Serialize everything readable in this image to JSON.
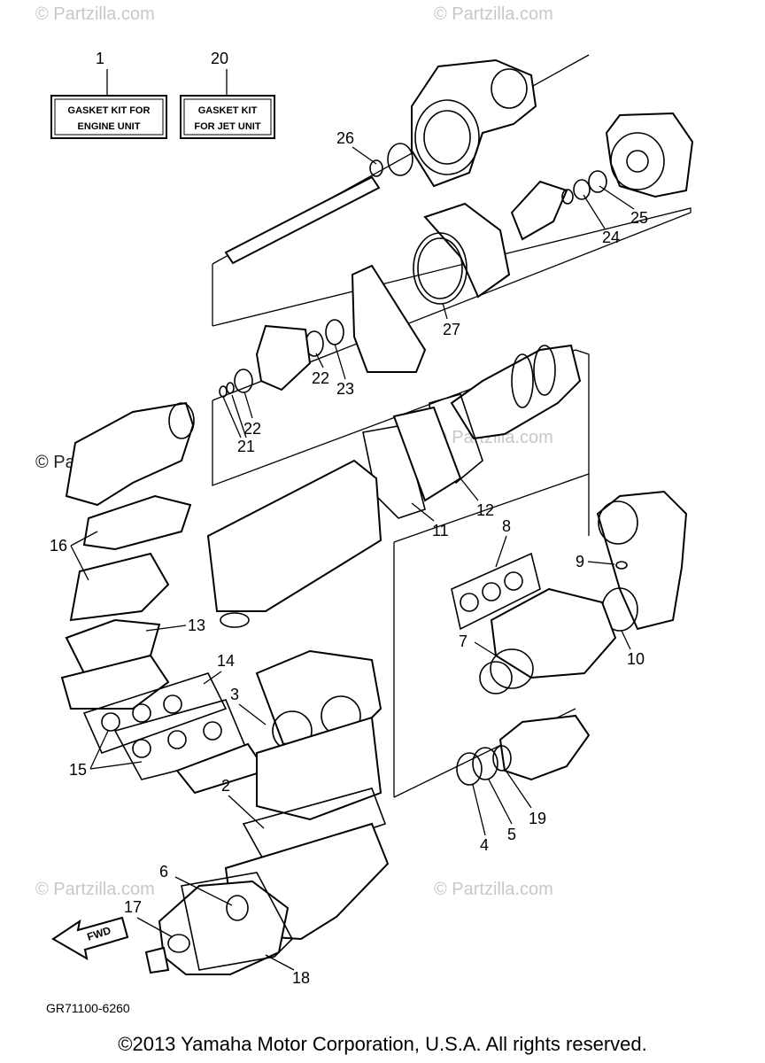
{
  "kits": [
    {
      "number": "1",
      "line1": "GASKET KIT FOR",
      "line2": "ENGINE UNIT"
    },
    {
      "number": "20",
      "line1": "GASKET KIT",
      "line2": "FOR JET UNIT"
    }
  ],
  "callouts": [
    {
      "id": "26",
      "text": "26"
    },
    {
      "id": "25",
      "text": "25"
    },
    {
      "id": "24",
      "text": "24"
    },
    {
      "id": "27",
      "text": "27"
    },
    {
      "id": "22a",
      "text": "22"
    },
    {
      "id": "23",
      "text": "23"
    },
    {
      "id": "22b",
      "text": "22"
    },
    {
      "id": "21",
      "text": "21"
    },
    {
      "id": "12",
      "text": "12"
    },
    {
      "id": "11",
      "text": "11"
    },
    {
      "id": "8",
      "text": "8"
    },
    {
      "id": "9",
      "text": "9"
    },
    {
      "id": "7",
      "text": "7"
    },
    {
      "id": "10",
      "text": "10"
    },
    {
      "id": "16",
      "text": "16"
    },
    {
      "id": "13",
      "text": "13"
    },
    {
      "id": "14",
      "text": "14"
    },
    {
      "id": "3",
      "text": "3"
    },
    {
      "id": "15",
      "text": "15"
    },
    {
      "id": "2",
      "text": "2"
    },
    {
      "id": "4",
      "text": "4"
    },
    {
      "id": "5",
      "text": "5"
    },
    {
      "id": "19",
      "text": "19"
    },
    {
      "id": "6",
      "text": "6"
    },
    {
      "id": "17",
      "text": "17"
    },
    {
      "id": "18",
      "text": "18"
    }
  ],
  "fwd_label": "FWD",
  "diagram_code": "GR71100-6260",
  "watermark": "© Partzilla.com",
  "copyright": "©2013 Yamaha Motor Corporation, U.S.A. All rights reserved."
}
